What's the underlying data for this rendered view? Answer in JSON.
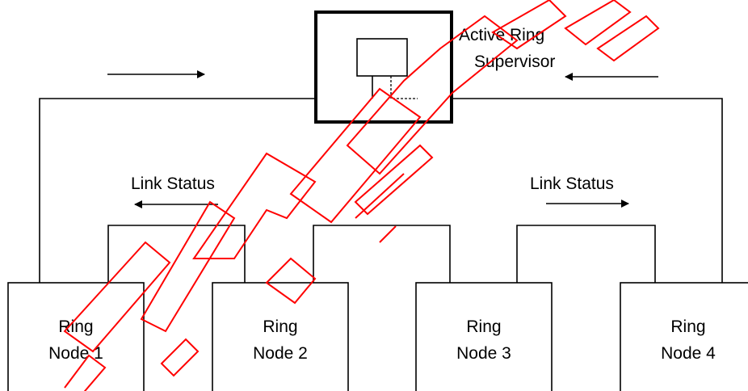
{
  "diagram": {
    "supervisor": {
      "label_line1": "Active Ring",
      "label_line2": "Supervisor"
    },
    "link_status_left": "Link Status",
    "link_status_right": "Link Status",
    "nodes": [
      {
        "line1": "Ring",
        "line2": "Node 1"
      },
      {
        "line1": "Ring",
        "line2": "Node 2"
      },
      {
        "line1": "Ring",
        "line2": "Node 3"
      },
      {
        "line1": "Ring",
        "line2": "Node 4"
      }
    ]
  },
  "watermark": {
    "text": "IECNORM.COM : Click to view the full PDF of IEC",
    "color": "#ff0000"
  }
}
